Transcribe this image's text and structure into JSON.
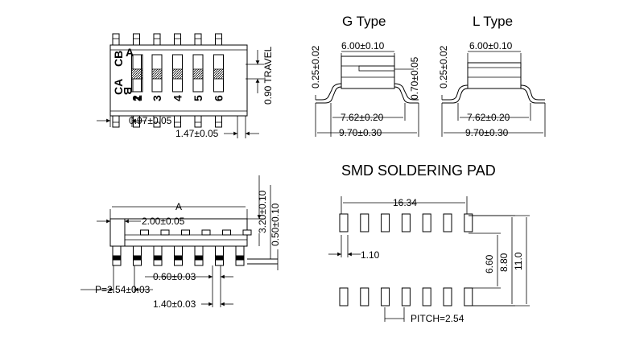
{
  "titles": {
    "g_type": "G Type",
    "l_type": "L Type",
    "smd_pad": "SMD SOLDERING PAD"
  },
  "top_left": {
    "label_ca": "CA",
    "label_cb": "CB",
    "label_a": "A",
    "label_b": "B",
    "pin_numbers": [
      "1",
      "2",
      "3",
      "4",
      "5",
      "6"
    ],
    "dim_pitch_width": "0.97±0.05",
    "dim_lead": "1.47±0.05",
    "dim_travel": "0.90 TRAVEL"
  },
  "g_view": {
    "dim_thickness": "0.25±0.02",
    "dim_width": "6.00±0.10",
    "dim_height": "0.70±0.05",
    "dim_span": "7.62±0.20",
    "dim_total": "9.70±0.30"
  },
  "l_view": {
    "dim_thickness": "0.25±0.02",
    "dim_width": "6.00±0.10",
    "dim_span": "7.62±0.20",
    "dim_total": "9.70±0.30"
  },
  "side_view": {
    "dim_a": "A",
    "dim_body": "2.00±0.05",
    "dim_height": "3.20±0.10",
    "dim_act": "0.50±0.10",
    "dim_pin": "0.60±0.03",
    "dim_pitch": "P=2.54±0.03",
    "dim_lead": "1.40±0.03"
  },
  "smd_pad": {
    "dim_length": "16.34",
    "dim_pad": "1.10",
    "dim_inner": "6.60",
    "dim_mid": "8.80",
    "dim_outer": "11.0",
    "dim_pitch": "PITCH=2.54"
  }
}
